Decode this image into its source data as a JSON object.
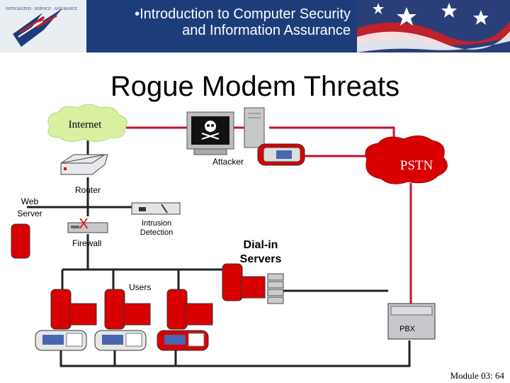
{
  "header": {
    "line1": "•Introduction to Computer Security",
    "line2": "and Information Assurance",
    "colors": {
      "band": "#1d3d7a",
      "flag_red": "#c0212b",
      "flag_blue": "#2a3f78"
    }
  },
  "title": "Rogue Modem Threats",
  "nodes": {
    "internet": "Internet",
    "attacker": "Attacker",
    "pstn": "PSTN",
    "router": "Router",
    "web_server": "Web Server",
    "firewall_mark": "X",
    "firewall": "Firewall",
    "ids": "Intrusion Detection",
    "dialin": "Dial-in Servers",
    "users": "Users",
    "pbx": "PBX"
  },
  "footer": "Module 03: 64",
  "colors": {
    "line_red": "#c8102e",
    "line_dark": "#222222",
    "server_red": "#d80000",
    "cloud": "#d8f0a0",
    "firewall_x": "#e00000"
  }
}
